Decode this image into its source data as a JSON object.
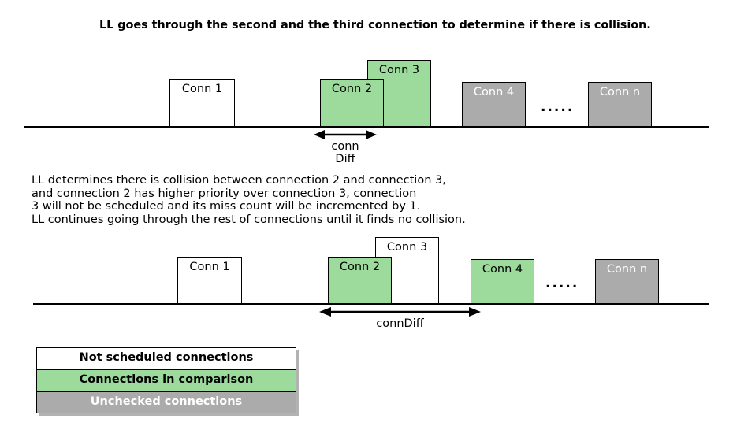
{
  "captions": {
    "title": "LL goes through the second and the third connection to determine if there is collision.",
    "explanation": [
      "LL determines there is collision between connection 2 and connection 3,",
      "and connection 2 has higher priority over connection 3, connection",
      "3 will not be scheduled and its miss count will be incremented by 1.",
      "LL continues going through the rest of connections until it finds no collision."
    ]
  },
  "colors": {
    "not_scheduled": "#ffffff",
    "in_comparison": "#9ddb9d",
    "unchecked": "#ababab",
    "outline": "#000000"
  },
  "diagram_top": {
    "boxes": [
      {
        "label": "Conn 1",
        "state": "not_scheduled"
      },
      {
        "label": "Conn 2",
        "state": "in_comparison"
      },
      {
        "label": "Conn 3",
        "state": "in_comparison"
      },
      {
        "label": "Conn 4",
        "state": "unchecked"
      },
      {
        "label": "Conn n",
        "state": "unchecked"
      }
    ],
    "ellipsis": ".....",
    "measure": {
      "label_line1": "conn",
      "label_line2": "Diff"
    }
  },
  "diagram_bottom": {
    "boxes": [
      {
        "label": "Conn 1",
        "state": "not_scheduled"
      },
      {
        "label": "Conn 2",
        "state": "in_comparison"
      },
      {
        "label": "Conn 3",
        "state": "not_scheduled"
      },
      {
        "label": "Conn 4",
        "state": "in_comparison"
      },
      {
        "label": "Conn n",
        "state": "unchecked"
      }
    ],
    "ellipsis": ".....",
    "measure": {
      "label": "connDiff"
    }
  },
  "legend": {
    "rows": [
      {
        "label": "Not scheduled connections",
        "state": "not_scheduled"
      },
      {
        "label": "Connections in comparison",
        "state": "in_comparison"
      },
      {
        "label": "Unchecked connections",
        "state": "unchecked"
      }
    ]
  }
}
